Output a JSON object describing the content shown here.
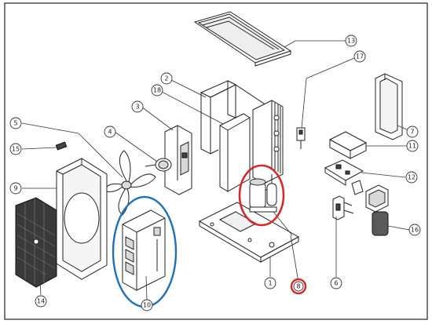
{
  "diagram": {
    "callouts": {
      "c1": "1",
      "c2": "2",
      "c3": "3",
      "c4": "4",
      "c5": "5",
      "c6": "6",
      "c7": "7",
      "c8": "8",
      "c9": "9",
      "c10": "10",
      "c11": "11",
      "c12": "12",
      "c13": "13",
      "c14": "14",
      "c15": "15",
      "c16": "16",
      "c17": "17",
      "c18": "18"
    },
    "highlight_colors": {
      "compressor_and_label": "#d62828",
      "side_panel": "#1f6fbf"
    }
  }
}
